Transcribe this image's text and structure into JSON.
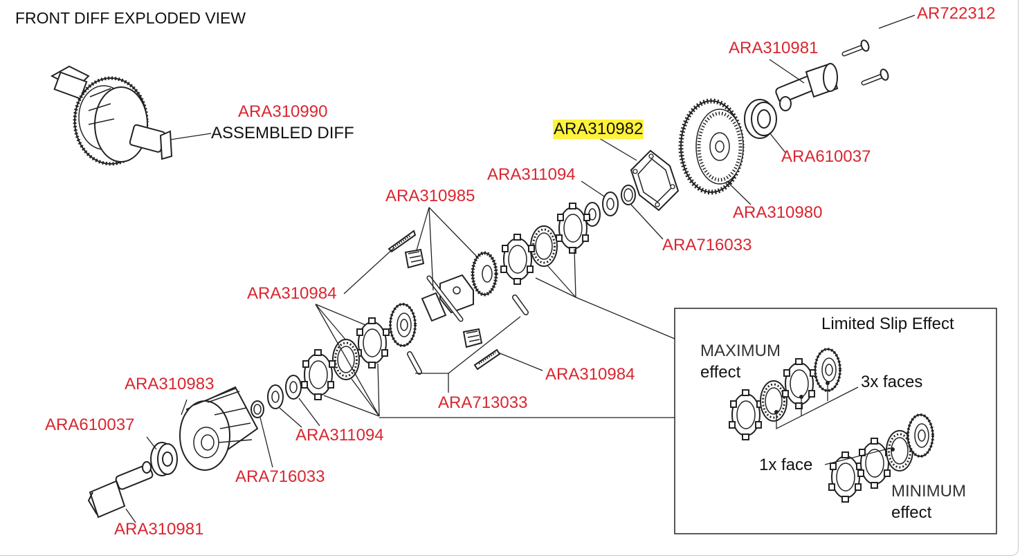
{
  "title": "FRONT DIFF EXPLODED VIEW",
  "callouts": {
    "ar722312": "AR722312",
    "ara310981_top": "ARA310981",
    "ara310990": "ARA310990",
    "assembled_diff": "ASSEMBLED DIFF",
    "ara310982": "ARA310982",
    "ara311094_top": "ARA311094",
    "ara610037_top": "ARA610037",
    "ara310985": "ARA310985",
    "ara310980": "ARA310980",
    "ara716033_top": "ARA716033",
    "ara310984_left": "ARA310984",
    "ara310984_right": "ARA310984",
    "ara713033": "ARA713033",
    "ara310983": "ARA310983",
    "ara610037_bottom": "ARA610037",
    "ara311094_bottom": "ARA311094",
    "ara716033_bottom": "ARA716033",
    "ara310981_bottom": "ARA310981"
  },
  "inset": {
    "title": "Limited Slip Effect",
    "max_line1": "MAXIMUM",
    "max_line2": "effect",
    "three_faces": "3x faces",
    "one_face": "1x face",
    "min_line1": "MINIMUM",
    "min_line2": "effect"
  },
  "colors": {
    "label_red": "#d9262f",
    "highlight": "#fff23a",
    "line": "#111111"
  }
}
